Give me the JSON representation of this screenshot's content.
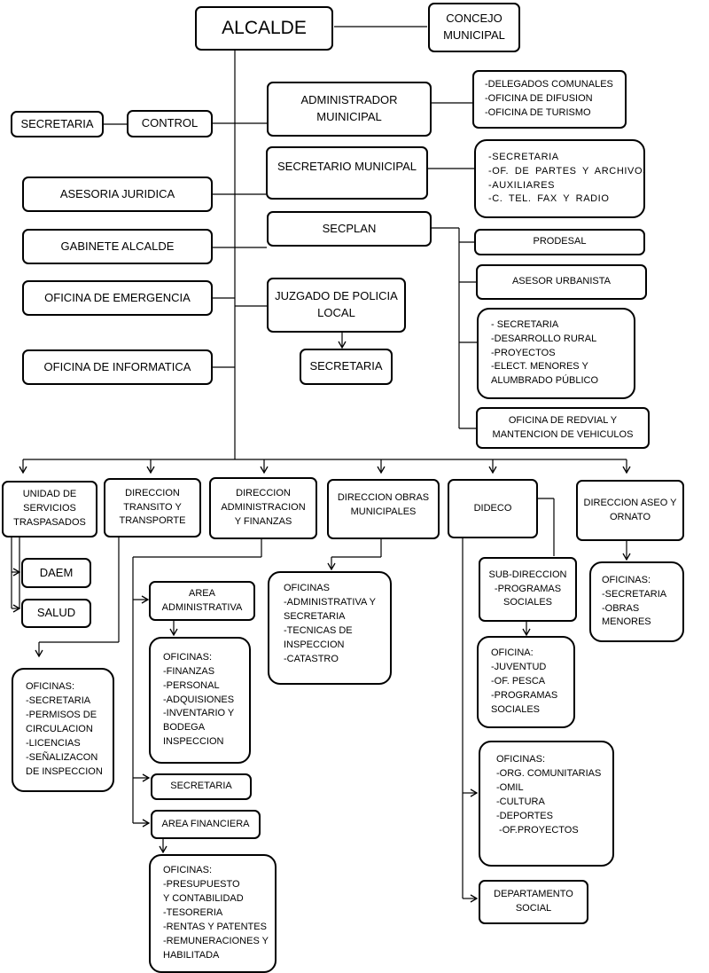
{
  "alcalde": "ALCALDE",
  "concejo": [
    "CONCEJO",
    "MUNICIPAL"
  ],
  "secretaria_control": "SECRETARIA",
  "control": "CONTROL",
  "administrador": [
    "ADMINISTRADOR",
    "MUINICIPAL"
  ],
  "administrador_oficinas": [
    "-DELEGADOS COMUNALES",
    "-OFICINA DE DIFUSION",
    "-OFICINA DE TURISMO"
  ],
  "secretario_municipal": "SECRETARIO MUNICIPAL",
  "secretario_oficinas": [
    "-SECRETARIA",
    "-OF.  DE  PARTES  Y  ARCHIVOS",
    "-AUXILIARES",
    "-C.  TEL.  FAX Y RADIO"
  ],
  "asesoria_juridica": "ASESORIA JURIDICA",
  "gabinete": "GABINETE ALCALDE",
  "oficina_emergencia": "OFICINA DE EMERGENCIA",
  "oficina_informatica": "OFICINA DE INFORMATICA",
  "secplan": "SECPLAN",
  "prodesal": "PRODESAL",
  "asesor_urbanista": "ASESOR URBANISTA",
  "secplan_oficinas": [
    "- SECRETARIA",
    "-DESARROLLO RURAL",
    "-PROYECTOS",
    "-ELECT. MENORES Y",
    "ALUMBRADO PÚBLICO"
  ],
  "redvial": [
    "OFICINA DE REDVIAL Y",
    "MANTENCION DE VEHICULOS"
  ],
  "juzgado": [
    "JUZGADO DE POLICIA",
    "LOCAL"
  ],
  "juzgado_secretaria": "SECRETARIA",
  "unidad_servicios": [
    "UNIDAD DE",
    "SERVICIOS",
    "TRASPASADOS"
  ],
  "daem": "DAEM",
  "salud": "SALUD",
  "transito": [
    "DIRECCION",
    "TRANSITO Y",
    "TRANSPORTE"
  ],
  "transito_oficinas": [
    "OFICINAS:",
    "-SECRETARIA",
    "-PERMISOS DE",
    "CIRCULACION",
    "-LICENCIAS",
    "-SEÑALIZACON",
    "DE INSPECCION"
  ],
  "administracion": [
    "DIRECCION",
    "ADMINISTRACION",
    "Y FINANZAS"
  ],
  "area_administrativa": [
    "AREA",
    "ADMINISTRATIVA"
  ],
  "area_admin_oficinas": [
    "OFICINAS:",
    "-FINANZAS",
    "-PERSONAL",
    "-ADQUISIONES",
    "-INVENTARIO Y",
    "BODEGA",
    "INSPECCION"
  ],
  "admin_secretaria": "SECRETARIA",
  "area_financiera": "AREA  FINANCIERA",
  "area_fin_oficinas": [
    "OFICINAS:",
    "-PRESUPUESTO",
    "Y CONTABILIDAD",
    "-TESORERIA",
    "-RENTAS Y PATENTES",
    "-REMUNERACIONES Y",
    "HABILITADA"
  ],
  "obras": [
    "DIRECCION OBRAS",
    "MUNICIPALES"
  ],
  "obras_oficinas": [
    "OFICINAS",
    "-ADMINISTRATIVA Y",
    "SECRETARIA",
    "-TECNICAS DE",
    "INSPECCION",
    "-CATASTRO"
  ],
  "dideco": "DIDECO",
  "subdireccion": [
    "SUB-DIRECCION",
    "-PROGRAMAS",
    "SOCIALES"
  ],
  "subdir_oficinas": [
    "OFICINA:",
    "-JUVENTUD",
    "-OF. PESCA",
    "-PROGRAMAS",
    "SOCIALES"
  ],
  "dideco_oficinas": [
    "OFICINAS:",
    "-ORG. COMUNITARIAS",
    "-OMIL",
    "-CULTURA",
    "-DEPORTES",
    " -OF.PROYECTOS"
  ],
  "depto_social": [
    "DEPARTAMENTO",
    "SOCIAL"
  ],
  "aseo": [
    "DIRECCION ASEO Y",
    "ORNATO"
  ],
  "aseo_oficinas": [
    "OFICINAS:",
    "-SECRETARIA",
    "-OBRAS",
    "MENORES"
  ]
}
